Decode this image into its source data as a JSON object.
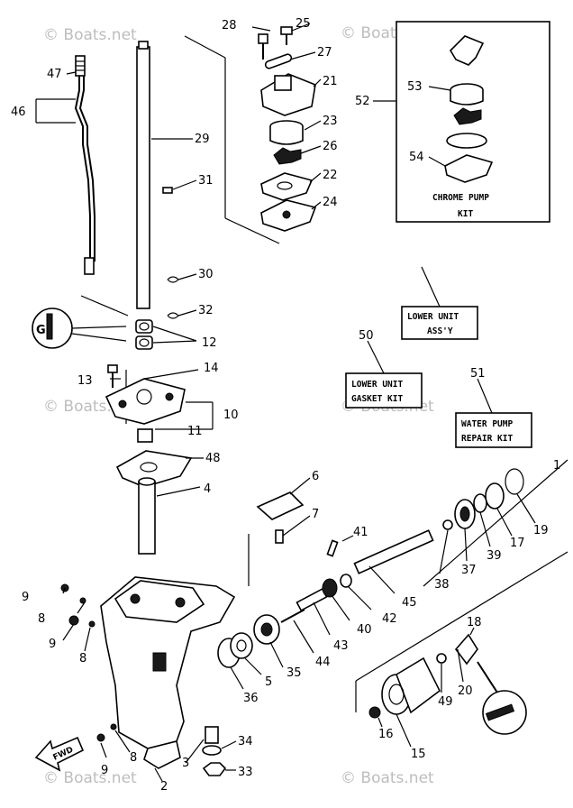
{
  "watermarks": [
    "© Boats.net",
    "© Boats.net",
    "© Boats.net",
    "© Boats.net",
    "© Boats.net",
    "© Boats.net"
  ],
  "callouts": {
    "c1": "1",
    "c2": "2",
    "c3": "3",
    "c4": "4",
    "c5": "5",
    "c6": "6",
    "c7": "7",
    "c8a": "8",
    "c8b": "8",
    "c8c": "8",
    "c9a": "9",
    "c9b": "9",
    "c9c": "9",
    "c10": "10",
    "c11": "11",
    "c12": "12",
    "c13": "13",
    "c14": "14",
    "c15": "15",
    "c16": "16",
    "c17": "17",
    "c18": "18",
    "c19": "19",
    "c20": "20",
    "c21": "21",
    "c22": "22",
    "c23": "23",
    "c24": "24",
    "c25": "25",
    "c26": "26",
    "c27": "27",
    "c28": "28",
    "c29": "29",
    "c30": "30",
    "c31": "31",
    "c32": "32",
    "c33": "33",
    "c34": "34",
    "c35": "35",
    "c36": "36",
    "c37": "37",
    "c38": "38",
    "c39": "39",
    "c40": "40",
    "c41": "41",
    "c42": "42",
    "c43": "43",
    "c44": "44",
    "c45": "45",
    "c46": "46",
    "c47": "47",
    "c48": "48",
    "c49": "49",
    "c50": "50",
    "c51": "51",
    "c52": "52",
    "c53": "53",
    "c54": "54"
  },
  "boxes": {
    "chrome_pump_line1": "CHROME PUMP",
    "chrome_pump_line2": "KIT",
    "lower_unit_line1": "LOWER UNIT",
    "lower_unit_line2": "ASS'Y",
    "gasket_kit_line1": "LOWER UNIT",
    "gasket_kit_line2": "GASKET KIT",
    "water_pump_line1": "WATER PUMP",
    "water_pump_line2": "REPAIR KIT"
  },
  "fwd_label": "FWD",
  "grease_symbol": "G"
}
